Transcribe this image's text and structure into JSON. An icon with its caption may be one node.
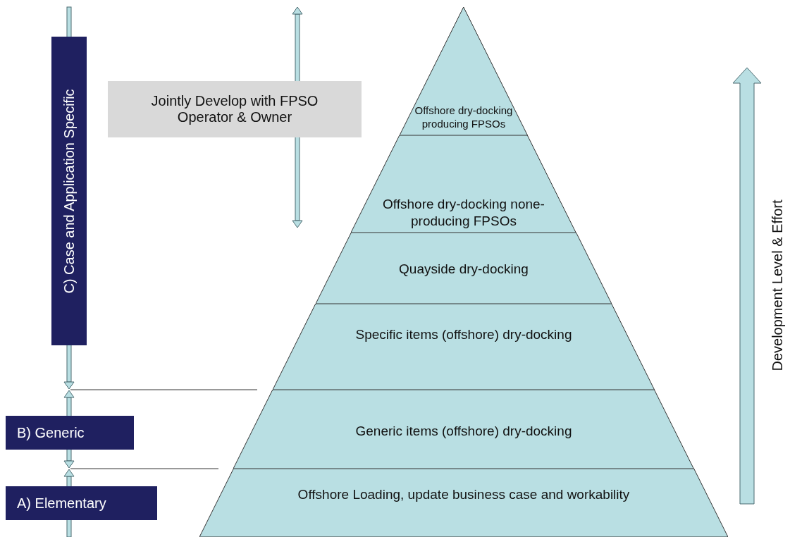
{
  "diagram": {
    "nodes": [
      {
        "text": [
          "Offshore dry-docking producing FPSOs"
        ]
      },
      {
        "text": [
          "Offshore dry-docking none- producing FPSOs"
        ]
      },
      {
        "text": [
          "Quayside dry-docking"
        ]
      },
      {
        "text": [
          "Specific items (offshore) dry-docking"
        ]
      },
      {
        "text": [
          "Generic items (offshore) dry-docking"
        ]
      },
      {
        "text": [
          "Offshore Loading, update business case and workability"
        ]
      },
      {
        "text": [
          "A) Elementary"
        ]
      },
      {
        "text": [
          "B) Generic"
        ]
      },
      {
        "text": [
          "C) Case and Application Specific"
        ]
      },
      {
        "text": [
          "Jointly Develop with FPSO Operator & Owner"
        ]
      }
    ],
    "labels": [
      "Development Level & Effort"
    ]
  }
}
